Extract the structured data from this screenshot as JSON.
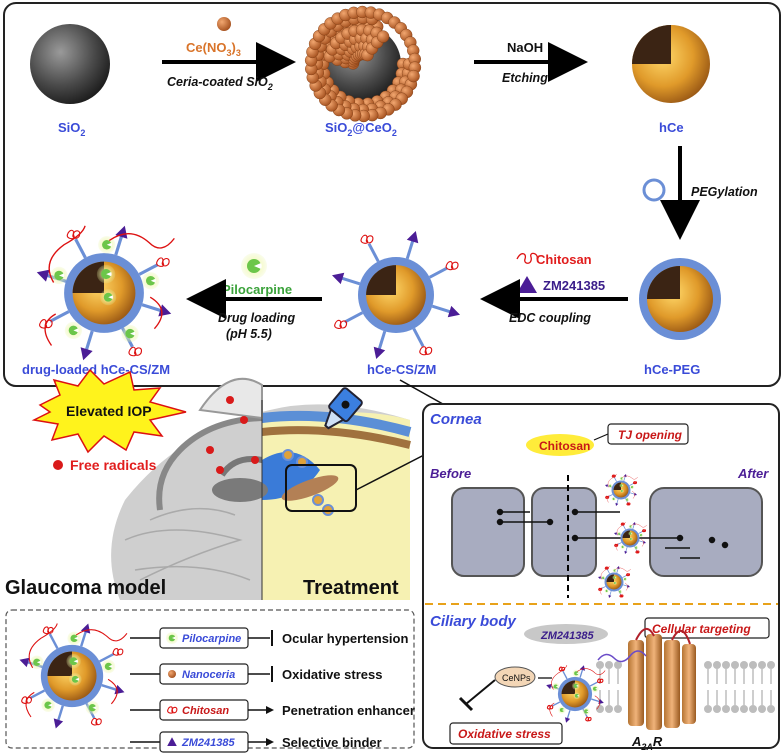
{
  "synthesis": {
    "sio2": "SiO",
    "sio2_sub": "2",
    "ce_reagent": "Ce(NO",
    "ce_reagent_sub": "3",
    "ce_reagent_close": ")",
    "ce_reagent_sub2": "3",
    "ceria_coating": "Ceria-coated SiO",
    "ceria_coating_sub": "2",
    "sio2_ceo2_a": "SiO",
    "sio2_ceo2_sub1": "2",
    "sio2_ceo2_b": "@CeO",
    "sio2_ceo2_sub2": "2",
    "naoh": "NaOH",
    "etching": "Etching",
    "hce": "hCe",
    "pegylation": "PEGylation",
    "hce_peg": "hCe-PEG",
    "chitosan": "Chitosan",
    "zm": "ZM241385",
    "edc": "EDC coupling",
    "hce_cs_zm": "hCe-CS/ZM",
    "pilocarpine": "Pilocarpine",
    "drug_loading": "Drug loading",
    "ph": "(pH 5.5)",
    "drug_loaded": "drug-loaded hCe-CS/ZM"
  },
  "model": {
    "elevated_iop": "Elevated IOP",
    "free_radicals": "Free radicals",
    "glaucoma_model": "Glaucoma model",
    "treatment": "Treatment"
  },
  "legend": {
    "items": [
      {
        "tag": "Pilocarpine",
        "effect": "Ocular hypertension",
        "type": "inhibit"
      },
      {
        "tag": "Nanoceria",
        "effect": "Oxidative stress",
        "type": "inhibit"
      },
      {
        "tag": "Chitosan",
        "effect": "Penetration enhancer",
        "type": "arrow"
      },
      {
        "tag": "ZM241385",
        "effect": "Selective binder",
        "type": "arrow"
      }
    ]
  },
  "cornea": {
    "title": "Cornea",
    "chitosan": "Chitosan",
    "tj_opening": "TJ opening",
    "before": "Before",
    "after": "After"
  },
  "ciliary": {
    "title": "Ciliary body",
    "zm": "ZM241385",
    "cellular_targeting": "Cellular targeting",
    "cenps": "CeNPs",
    "oxidative_stress": "Oxidative stress",
    "receptor": "A",
    "receptor_sub": "2A",
    "receptor_end": "R"
  },
  "colors": {
    "blue_label": "#3a4bd8",
    "red": "#e11d1d",
    "purple": "#4b1d96",
    "orange": "#c8783c",
    "peg_blue": "#6b8fd6",
    "gold": "#e0a23a"
  }
}
